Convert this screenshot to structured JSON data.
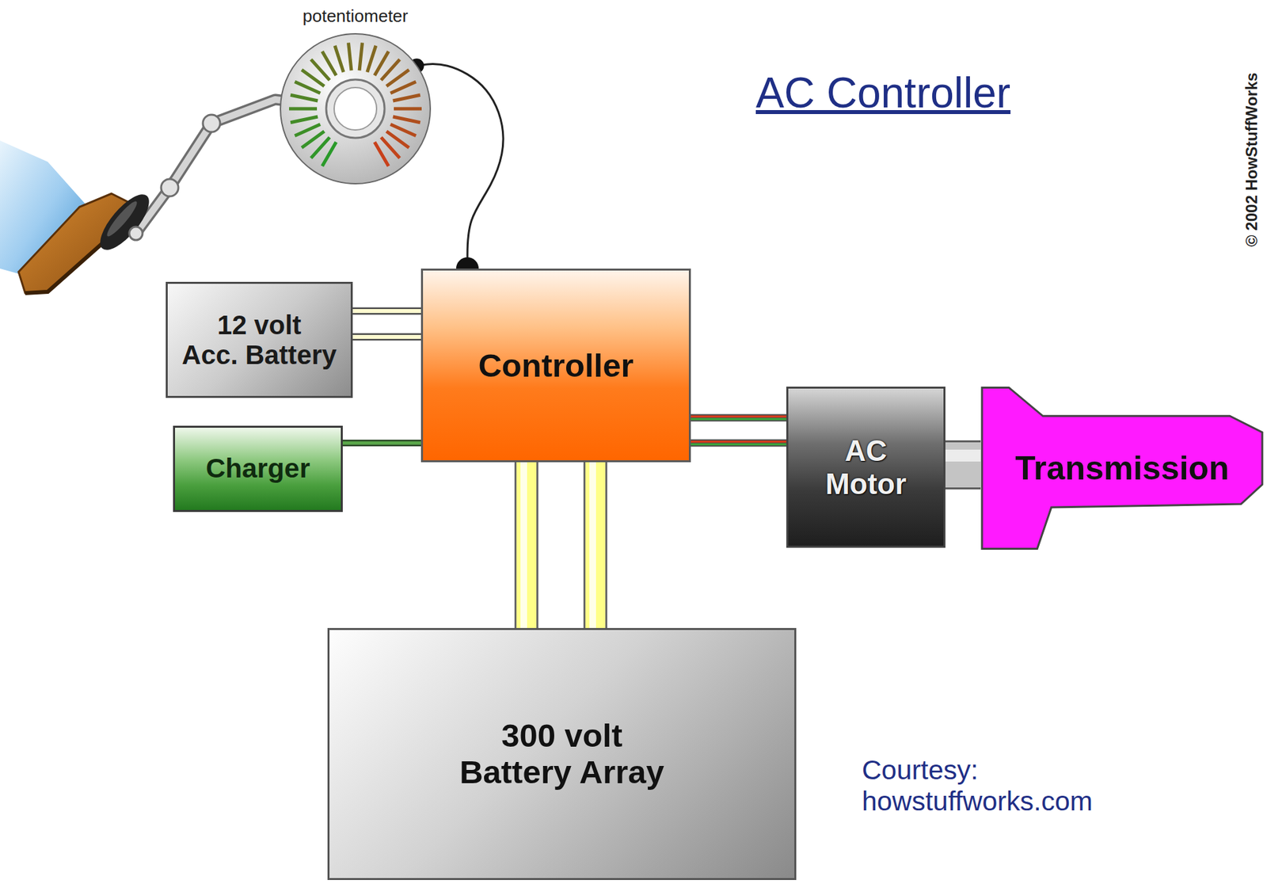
{
  "diagram": {
    "title": "AC Controller",
    "nodes": [
      {
        "text": [
          "potentiometer"
        ]
      },
      {
        "text": [
          "12 volt Acc. Battery"
        ]
      },
      {
        "text": [
          "Controller"
        ]
      },
      {
        "text": [
          "Charger"
        ]
      },
      {
        "text": [
          "AC Motor"
        ]
      },
      {
        "text": [
          "Transmission"
        ]
      },
      {
        "text": [
          "300 volt Battery Array"
        ]
      }
    ],
    "edges": [
      {
        "from": 0,
        "to": 2,
        "arrow": "none"
      },
      {
        "from": 1,
        "to": 2,
        "arrow": "none"
      },
      {
        "from": 3,
        "to": 2,
        "arrow": "none"
      },
      {
        "from": 2,
        "to": 4,
        "arrow": "none"
      },
      {
        "from": 4,
        "to": 5,
        "arrow": "none"
      },
      {
        "from": 2,
        "to": 6,
        "arrow": "none"
      }
    ],
    "labels": [
      "Courtesy: howstuffworks.com",
      "© 2002 HowStuffWorks"
    ]
  }
}
